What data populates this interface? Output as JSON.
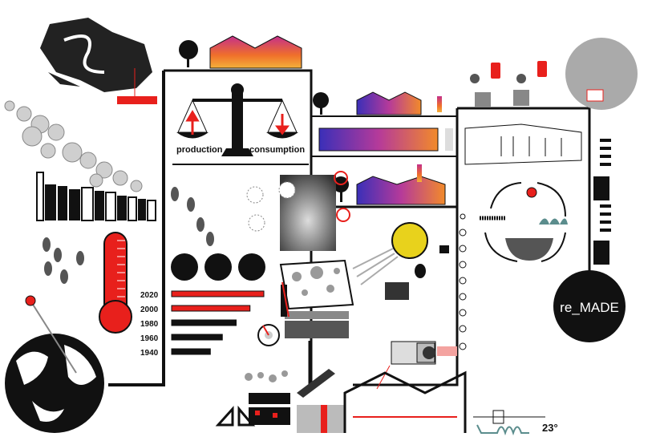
{
  "scale": {
    "left_label": "production",
    "right_label": "consumption"
  },
  "timeline": {
    "rows": [
      {
        "year": "2020",
        "value": 100,
        "color": "#e8201c"
      },
      {
        "year": "2000",
        "value": 85,
        "color": "#e8201c"
      },
      {
        "year": "1980",
        "value": 70,
        "color": "#111111"
      },
      {
        "year": "1960",
        "value": 55,
        "color": "#111111"
      },
      {
        "year": "1940",
        "value": 42,
        "color": "#111111"
      }
    ]
  },
  "brand": {
    "label": "re_MADE"
  },
  "temperature": {
    "label": "23°"
  },
  "colors": {
    "accent": "#e8201c",
    "ink": "#111111",
    "thermal_purple": "#5b3fc4",
    "thermal_orange": "#f07a2a",
    "sun": "#e8d21c"
  }
}
